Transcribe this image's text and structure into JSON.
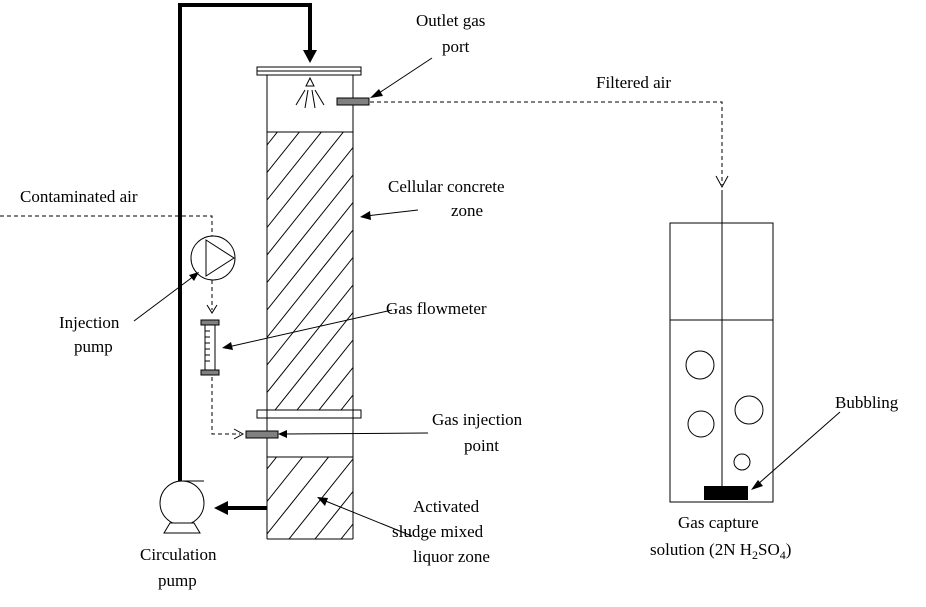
{
  "labels": {
    "outlet_gas_port": [
      "Outlet gas",
      "port"
    ],
    "filtered_air": "Filtered air",
    "cellular_concrete_zone": [
      "Cellular concrete",
      "zone"
    ],
    "contaminated_air": "Contaminated air",
    "injection_pump": [
      "Injection",
      "pump"
    ],
    "gas_flowmeter": "Gas flowmeter",
    "gas_injection_point": [
      "Gas injection",
      "point"
    ],
    "bubbling": "Bubbling",
    "activated_sludge_zone": [
      "Activated",
      "sludge mixed",
      "liquor zone"
    ],
    "circulation_pump": [
      "Circulation",
      "pump"
    ],
    "gas_capture_solution": {
      "line1": "Gas capture",
      "line2_prefix": "solution (2N H",
      "sub1": "2",
      "mid": "SO",
      "sub2": "4",
      "suffix": ")"
    }
  }
}
